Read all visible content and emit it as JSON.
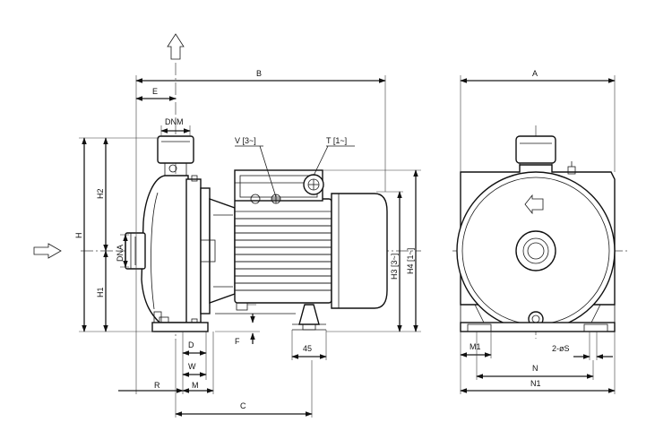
{
  "labels": {
    "A": "A",
    "B": "B",
    "C": "C",
    "D": "D",
    "E": "E",
    "F": "F",
    "H": "H",
    "H1": "H1",
    "H2": "H2",
    "H3": "H3 [3~]",
    "H4": "H4 [1~]",
    "M": "M",
    "M1": "M1",
    "N": "N",
    "N1": "N1",
    "R": "R",
    "W": "W",
    "S": "2-øS",
    "DNA": "DNA",
    "DNM": "DNM",
    "V": "V [3~]",
    "T": "T [1~]",
    "foot": "45"
  }
}
